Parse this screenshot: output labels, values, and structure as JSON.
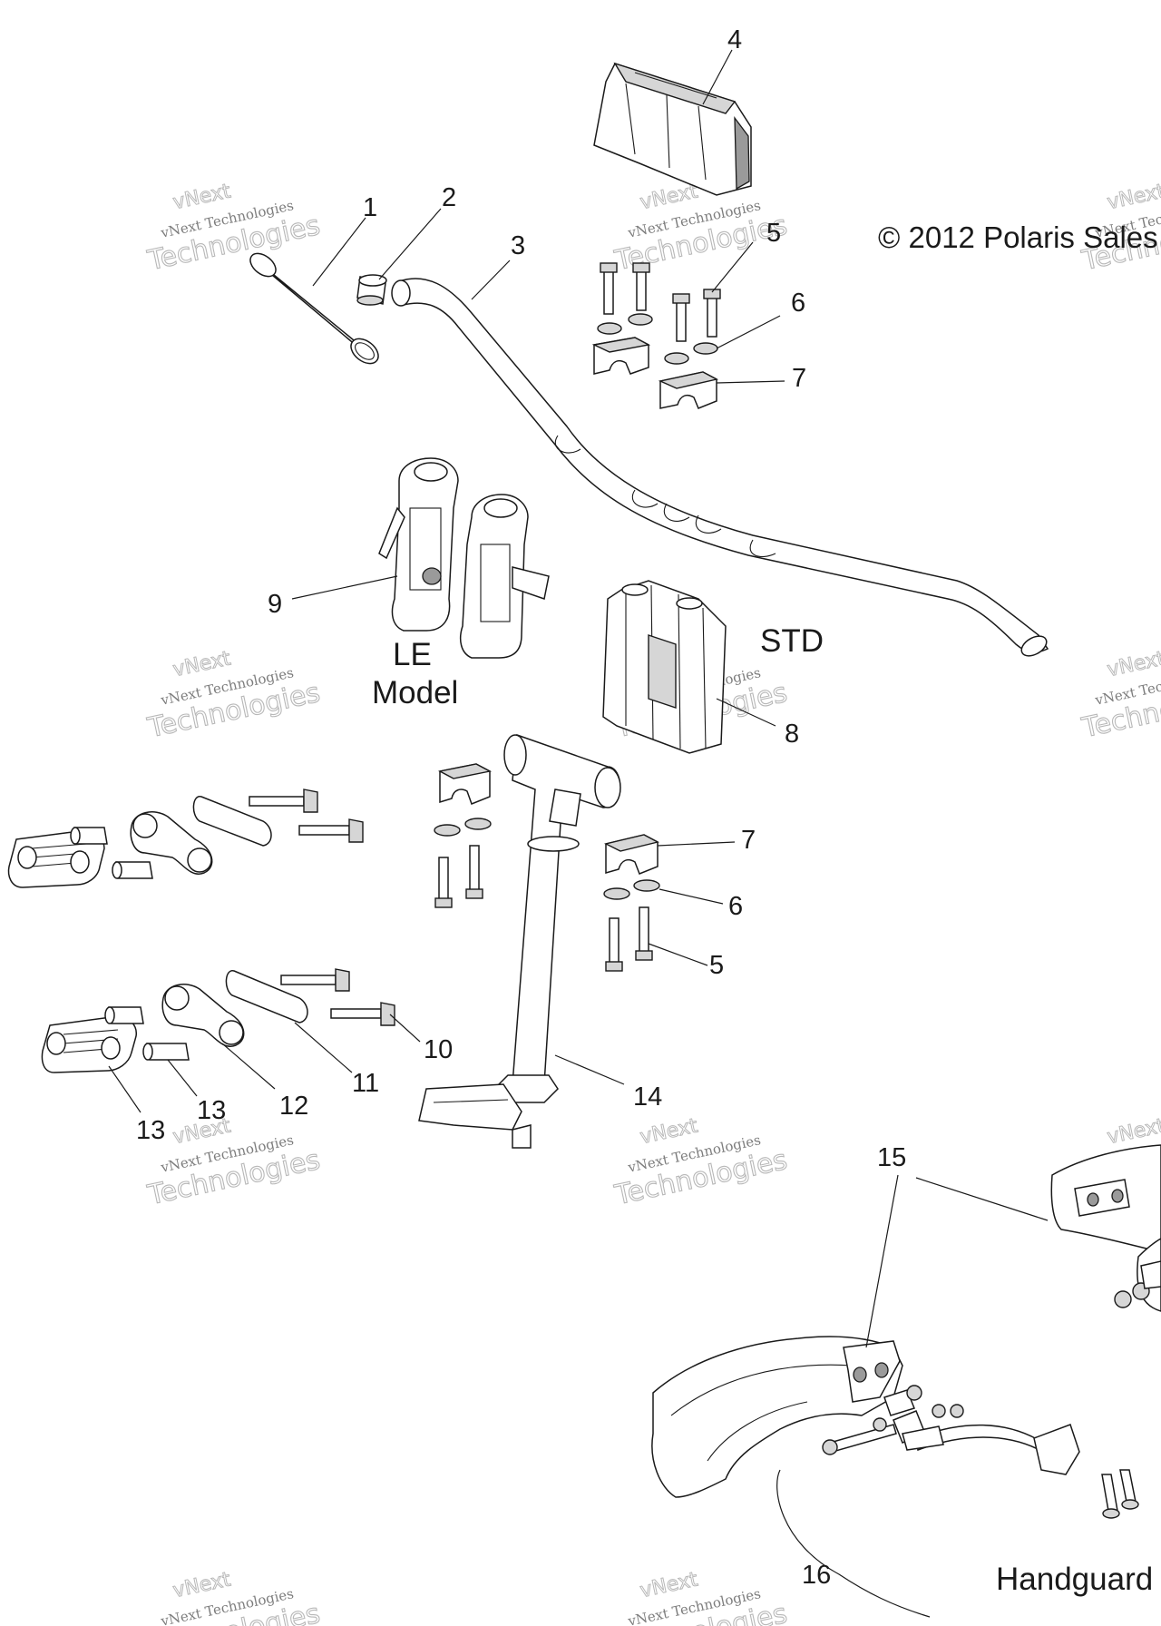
{
  "copyright": "© 2012 Polaris Sales",
  "watermark": {
    "line": "vNext Technologies",
    "big": "Technologies",
    "small": "vNext"
  },
  "labels": {
    "le_model_line1": "LE",
    "le_model_line2": "Model",
    "std": "STD",
    "handguard": "Handguard"
  },
  "callouts": [
    "1",
    "2",
    "3",
    "4",
    "5",
    "5",
    "6",
    "6",
    "7",
    "7",
    "8",
    "9",
    "10",
    "11",
    "12",
    "13",
    "13",
    "14",
    "15",
    "16"
  ]
}
